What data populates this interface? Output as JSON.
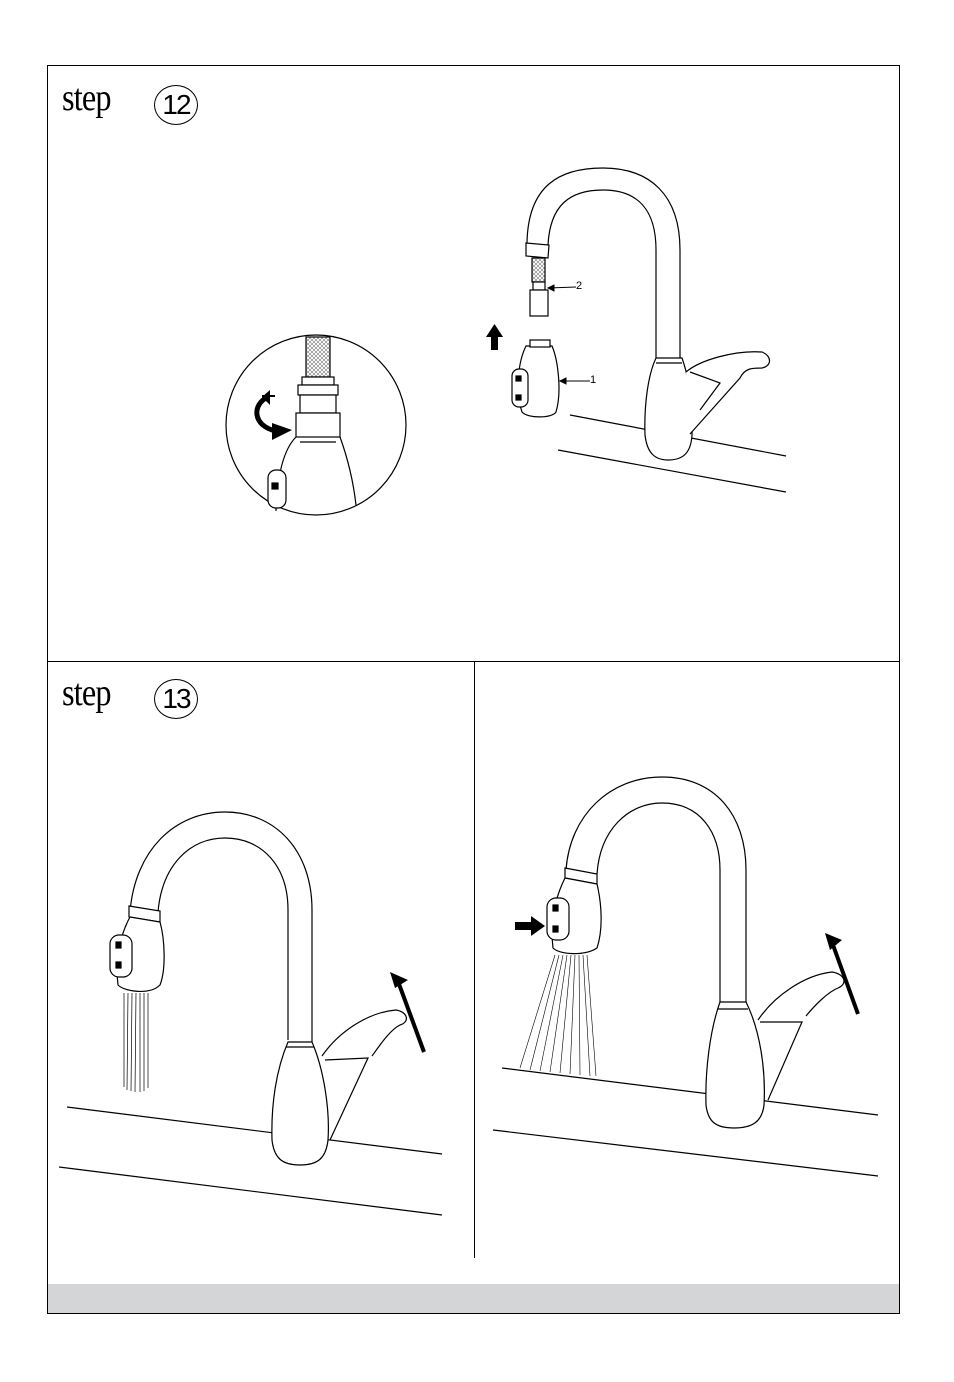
{
  "step12": {
    "word": "step",
    "number": "12"
  },
  "step13": {
    "word": "step",
    "number": "13"
  },
  "callouts": {
    "part1": "1",
    "part2": "2"
  }
}
